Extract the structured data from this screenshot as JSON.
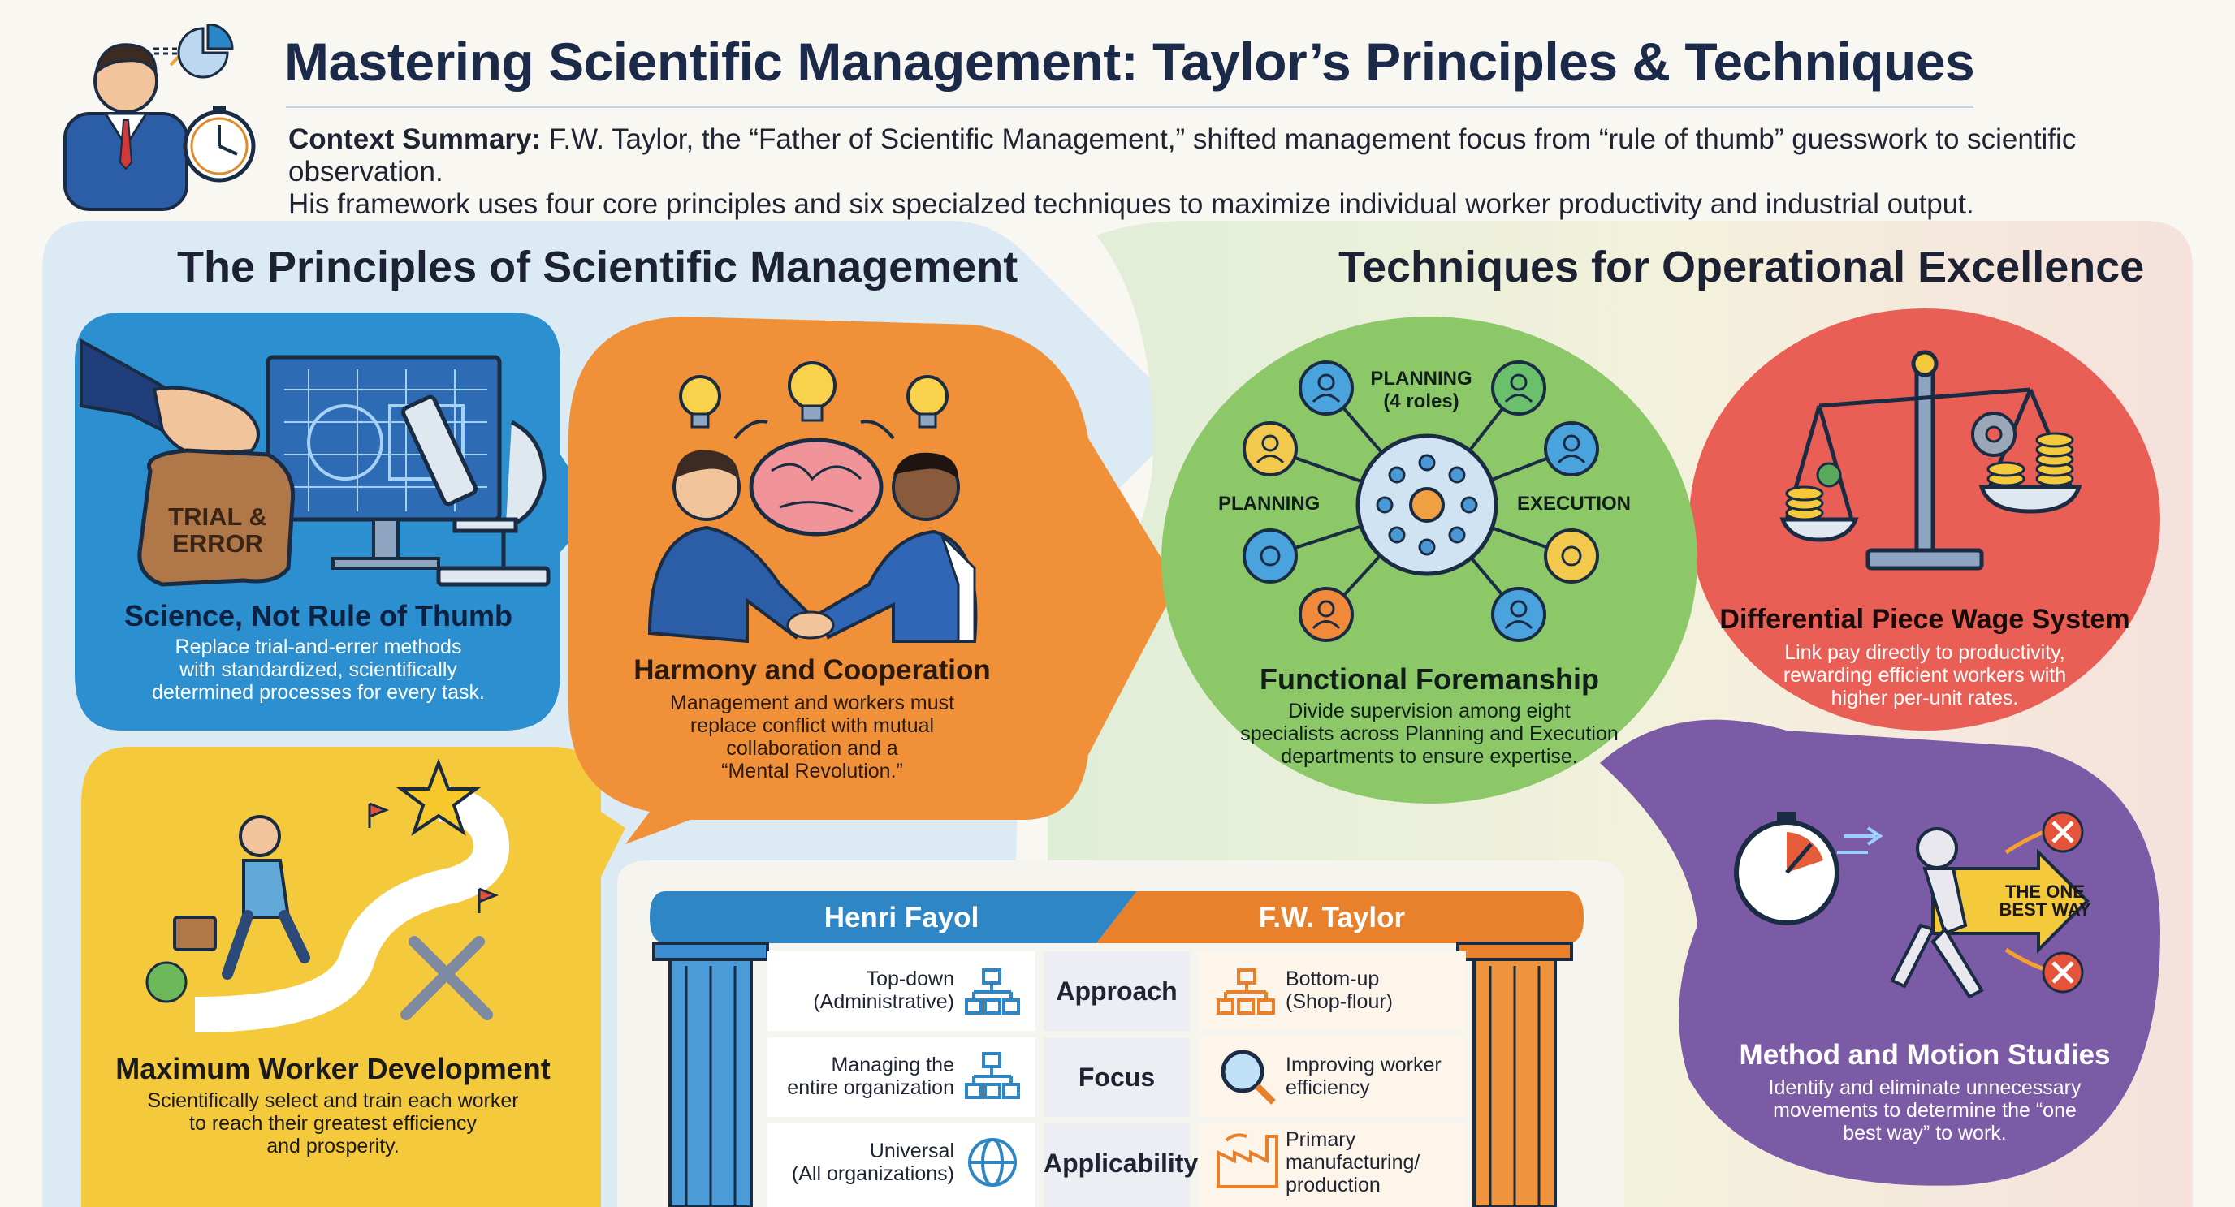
{
  "header": {
    "title": "Mastering Scientific Management: Taylor’s Principles & Techniques",
    "context_label": "Context Summary:",
    "context_line1": "F.W. Taylor, the “Father of Scientific Management,” shifted management focus from “rule of thumb” guesswork to scientific observation.",
    "context_line2": "His framework uses four core principles and six specialzed techniques to maximize individual worker productivity and industrial output."
  },
  "principles": {
    "title": "The Principles of Scientific Management",
    "science": {
      "badge": "TRIAL & ERROR",
      "title": "Science, Not Rule of Thumb",
      "desc": [
        "Replace trial-and-errer methods",
        "with standardized, scientifically",
        "determined processes for every task."
      ]
    },
    "harmony": {
      "title": "Harmony and Cooperation",
      "desc": [
        "Management and workers must",
        "replace conflict with mutual",
        "collaboration and a",
        "“Mental Revolution.”"
      ]
    },
    "development": {
      "title": "Maximum Worker Development",
      "desc": [
        "Scientifically select and train each worker",
        "to reach their greatest efficiency",
        "and prosperity."
      ]
    }
  },
  "techniques": {
    "title": "Techniques for Operational Excellence",
    "foremanship": {
      "label_top": "PLANNING",
      "label_top_sub": "(4 roles)",
      "label_left": "PLANNING",
      "label_right": "EXECUTION",
      "title": "Functional Foremanship",
      "desc": [
        "Divide supervision among eight",
        "specialists across Planning and Execution",
        "departments to ensure expertise."
      ]
    },
    "wage": {
      "title": "Differential Piece Wage System",
      "desc": [
        "Link pay directly to productivity,",
        "rewarding efficient workers with",
        "higher per-unit rates."
      ]
    },
    "motion": {
      "arrow_label": [
        "THE ONE",
        "BEST WAY"
      ],
      "title": "Method and Motion Studies",
      "desc": [
        "Identify and eliminate unnecessary",
        "movements to determine the “one",
        "best way” to work."
      ]
    }
  },
  "comparison": {
    "left_header": "Henri Fayol",
    "right_header": "F.W. Taylor",
    "rows": [
      {
        "category": "Approach",
        "fayol": [
          "Top-down",
          "(Administrative)"
        ],
        "taylor": [
          "Bottom-up",
          "(Shop-flour)"
        ]
      },
      {
        "category": "Focus",
        "fayol": [
          "Managing the",
          "entire organization"
        ],
        "taylor": [
          "Improving worker",
          "efficiency"
        ]
      },
      {
        "category": "Applicability",
        "fayol": [
          "Universal",
          "(All organizations)"
        ],
        "taylor": [
          "Primary",
          "manufacturing/",
          "production"
        ]
      }
    ]
  },
  "colors": {
    "principles_bg": "#dcebf3",
    "techniques_bg": "#e2efd9",
    "science_blue": "#2b8fd0",
    "harmony_orange": "#f0913a",
    "development_yellow": "#f5c93c",
    "foremanship_green": "#8cc768",
    "wage_red": "#ea5f55",
    "motion_purple": "#7b5aa6",
    "fayol_blue": "#2f86c4",
    "taylor_orange": "#e9802c"
  }
}
